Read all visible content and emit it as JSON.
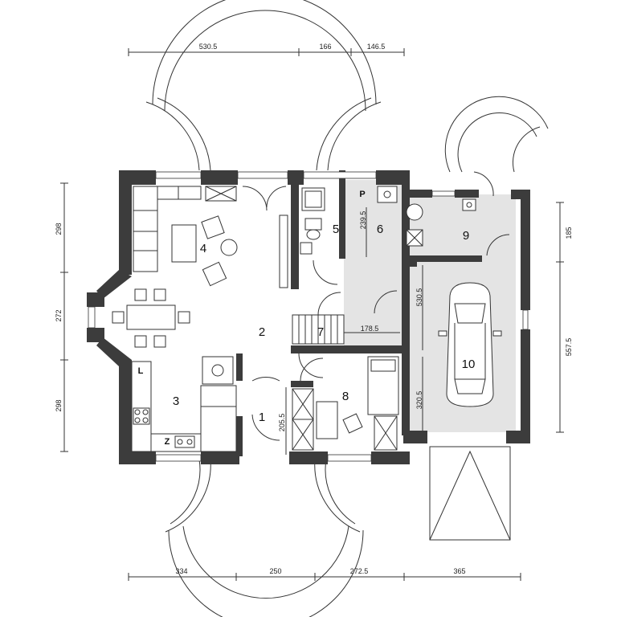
{
  "rooms": [
    {
      "id": "1",
      "label": "1"
    },
    {
      "id": "2",
      "label": "2"
    },
    {
      "id": "3",
      "label": "3"
    },
    {
      "id": "4",
      "label": "4"
    },
    {
      "id": "5",
      "label": "5"
    },
    {
      "id": "6",
      "label": "6"
    },
    {
      "id": "7",
      "label": "7"
    },
    {
      "id": "8",
      "label": "8"
    },
    {
      "id": "9",
      "label": "9"
    },
    {
      "id": "10",
      "label": "10"
    }
  ],
  "fixture_labels": {
    "pantry": "P",
    "fridge": "L",
    "sink": "Z"
  },
  "dimensions": {
    "top": [
      "530.5",
      "166",
      "146.5"
    ],
    "bottom": [
      "334",
      "250",
      "272.5",
      "365"
    ],
    "left": [
      "298",
      "272",
      "298"
    ],
    "right": [
      "185",
      "557.5"
    ],
    "interior": [
      "239.5",
      "530.5",
      "178.5",
      "205.5",
      "320.5"
    ]
  },
  "colors": {
    "wall": "#3c3c3c",
    "garage_floor": "#e4e4e4",
    "line": "#333333"
  }
}
